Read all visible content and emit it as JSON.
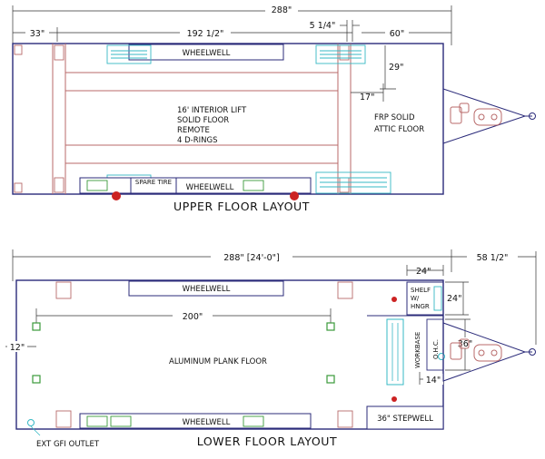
{
  "upper": {
    "title": "UPPER FLOOR LAYOUT",
    "dims": {
      "overall": "288\"",
      "left": "33\"",
      "middle": "192 1/2\"",
      "small": "5 1/4\"",
      "right": "60\"",
      "vertical": "29\"",
      "horizontal": "17\""
    },
    "labels": {
      "wheelwell_top": "WHEELWELL",
      "wheelwell_bottom": "WHEELWELL",
      "spare_tire": "SPARE TIRE",
      "interior_lines": [
        "16' INTERIOR LIFT",
        "SOLID FLOOR",
        "REMOTE",
        "4 D-RINGS"
      ],
      "attic_lines": [
        "FRP SOLID",
        "ATTIC FLOOR"
      ]
    }
  },
  "lower": {
    "title": "LOWER FLOOR LAYOUT",
    "dims": {
      "overall": "288\" [24'-0\"]",
      "tongue": "58 1/2\"",
      "shelf_width": "24\"",
      "shelf_depth": "24\"",
      "span": "200\"",
      "left_offset": "12\"",
      "ohc_height": "36\"",
      "ohc_width": "14\""
    },
    "labels": {
      "wheelwell_top": "WHEELWELL",
      "wheelwell_bottom": "WHEELWELL",
      "floor": "ALUMINUM PLANK FLOOR",
      "shelf_lines": [
        "SHELF",
        "W/",
        "HNGR"
      ],
      "workbase": "WORKBASE",
      "ohc": "O.H.C.",
      "stepwell": "36\" STEPWELL",
      "gfi": "EXT GFI OUTLET"
    }
  },
  "colors": {
    "outline": "#2b2b7a",
    "rail": "#b86a6a",
    "fixture": "#36b8c4",
    "outlet": "#3a9a3a",
    "light": "#cc2222"
  }
}
